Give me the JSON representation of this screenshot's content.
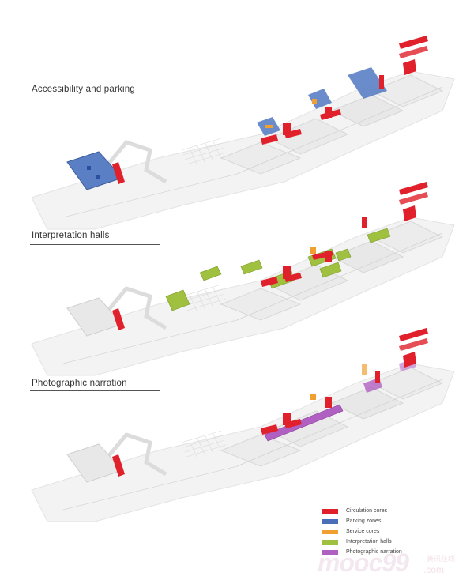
{
  "sections": [
    {
      "title": "Accessibility and parking"
    },
    {
      "title": "Interpretation halls"
    },
    {
      "title": "Photographic narration"
    }
  ],
  "legend": {
    "items": [
      {
        "label": "Circulation cores",
        "color": "#e0202a"
      },
      {
        "label": "Parking zones",
        "color": "#4a6fb8"
      },
      {
        "label": "Service cores",
        "color": "#f0a030"
      },
      {
        "label": "Interpretation halls",
        "color": "#a0c040"
      },
      {
        "label": "Photographic narration",
        "color": "#b060c0"
      }
    ]
  },
  "watermark": {
    "main": "mooc99",
    "sub": "美讯在线",
    "domain": ".com"
  }
}
